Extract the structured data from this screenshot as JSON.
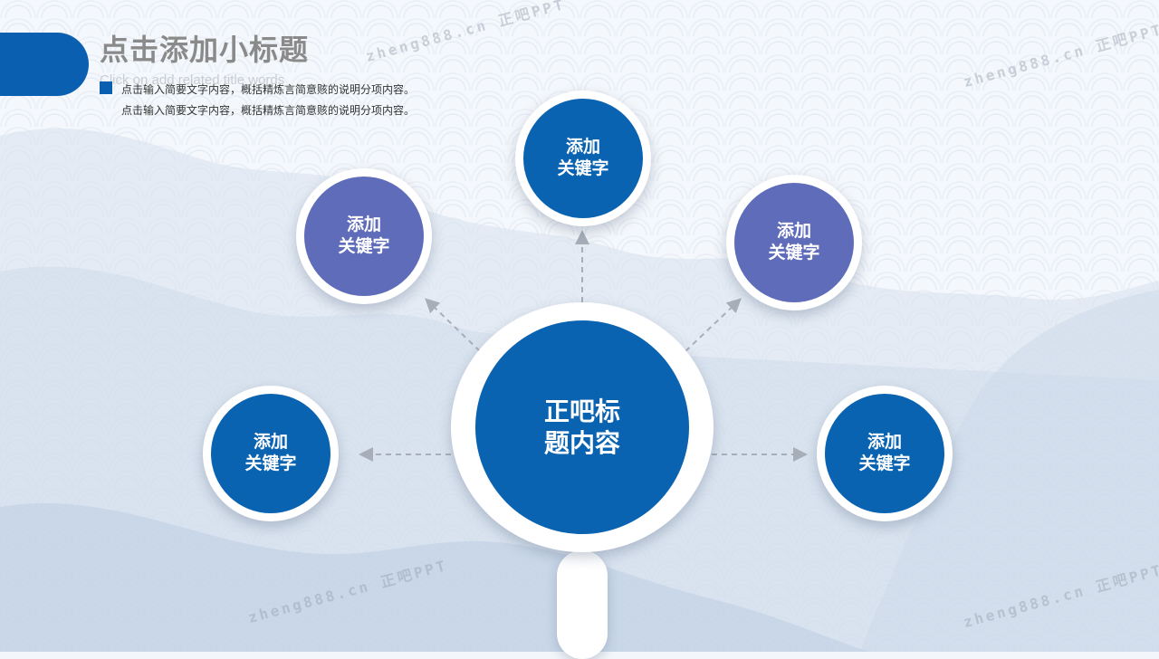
{
  "header": {
    "title": "点击添加小标题",
    "subtitle_en": "Click on add related title words",
    "desc_line1": "点击输入简要文字内容，概括精炼言简意赅的说明分项内容。",
    "desc_line2": "点击输入简要文字内容，概括精炼言简意赅的说明分项内容。"
  },
  "center": {
    "line1": "正吧标",
    "line2": "题内容"
  },
  "nodes": {
    "top": {
      "line1": "添加",
      "line2": "关键字",
      "color": "#0a63b1"
    },
    "upper_left": {
      "line1": "添加",
      "line2": "关键字",
      "color": "#5f6cba"
    },
    "upper_right": {
      "line1": "添加",
      "line2": "关键字",
      "color": "#5f6cba"
    },
    "left": {
      "line1": "添加",
      "line2": "关键字",
      "color": "#0a63b1"
    },
    "right": {
      "line1": "添加",
      "line2": "关键字",
      "color": "#0a63b1"
    }
  },
  "watermarks": [
    "zheng888.cn 正吧PPT",
    "zheng888.cn 正吧PPT",
    "zheng888.cn 正吧PPT",
    "zheng888.cn 正吧PPT"
  ],
  "colors": {
    "accent": "#0a5fb0",
    "primary_node": "#0a63b1",
    "secondary_node": "#5f6cba"
  }
}
